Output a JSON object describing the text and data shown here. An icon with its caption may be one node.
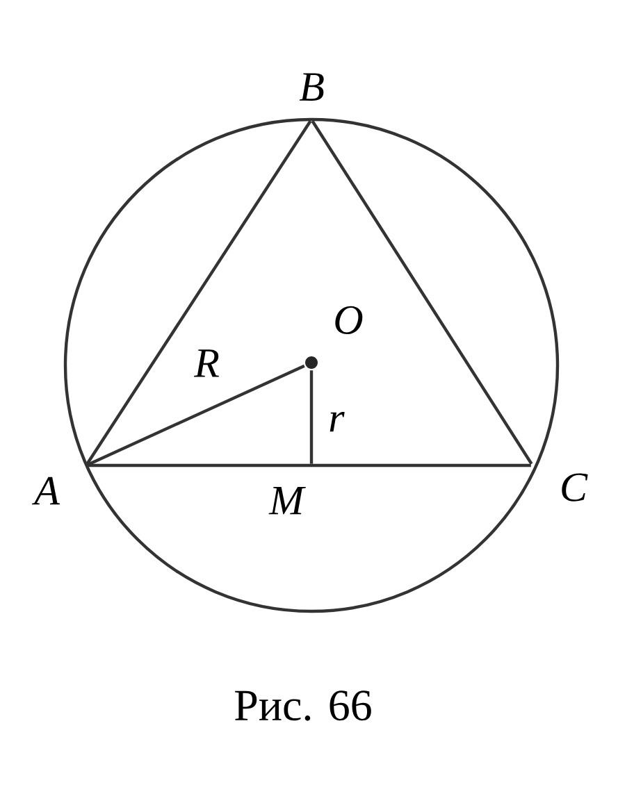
{
  "diagram": {
    "caption": "Рис. 66",
    "nodes": [
      {
        "text": [
          "A"
        ]
      },
      {
        "text": [
          "B"
        ]
      },
      {
        "text": [
          "C"
        ]
      },
      {
        "text": [
          "O"
        ]
      },
      {
        "text": [
          "M"
        ]
      }
    ],
    "edges": [
      {
        "from": 0,
        "to": 1,
        "arrow": "none"
      },
      {
        "from": 1,
        "to": 2,
        "arrow": "none"
      },
      {
        "from": 0,
        "to": 2,
        "arrow": "none"
      },
      {
        "from": 0,
        "to": 3,
        "arrow": "none",
        "label": "R"
      },
      {
        "from": 3,
        "to": 4,
        "arrow": "none",
        "label": "r"
      }
    ]
  }
}
